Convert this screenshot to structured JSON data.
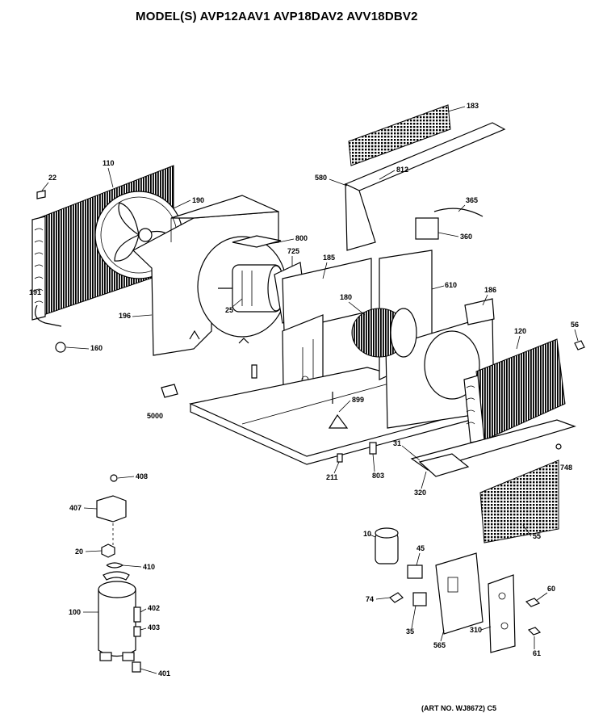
{
  "title": "MODEL(S) AVP12AAV1  AVP18DAV2  AVV18DBV2",
  "art_number": "(ART NO. WJ8672) C5",
  "part_labels": {
    "p22": "22",
    "p110": "110",
    "p190": "190",
    "p191": "191",
    "p196": "196",
    "p160": "160",
    "p800": "800",
    "p725": "725",
    "p25": "25",
    "p5000": "5000",
    "p185": "185",
    "p180": "180",
    "p610": "610",
    "p186": "186",
    "p120": "120",
    "p56": "56",
    "p899": "899",
    "p211": "211",
    "p803": "803",
    "p31": "31",
    "p320": "320",
    "p748": "748",
    "p55": "55",
    "p183": "183",
    "p580": "580",
    "p812": "812",
    "p365": "365",
    "p360": "360",
    "p408": "408",
    "p407": "407",
    "p20": "20",
    "p410": "410",
    "p100": "100",
    "p402": "402",
    "p403": "403",
    "p401": "401",
    "p10": "10",
    "p45": "45",
    "p74": "74",
    "p35": "35",
    "p565": "565",
    "p310": "310",
    "p60": "60",
    "p61": "61"
  }
}
